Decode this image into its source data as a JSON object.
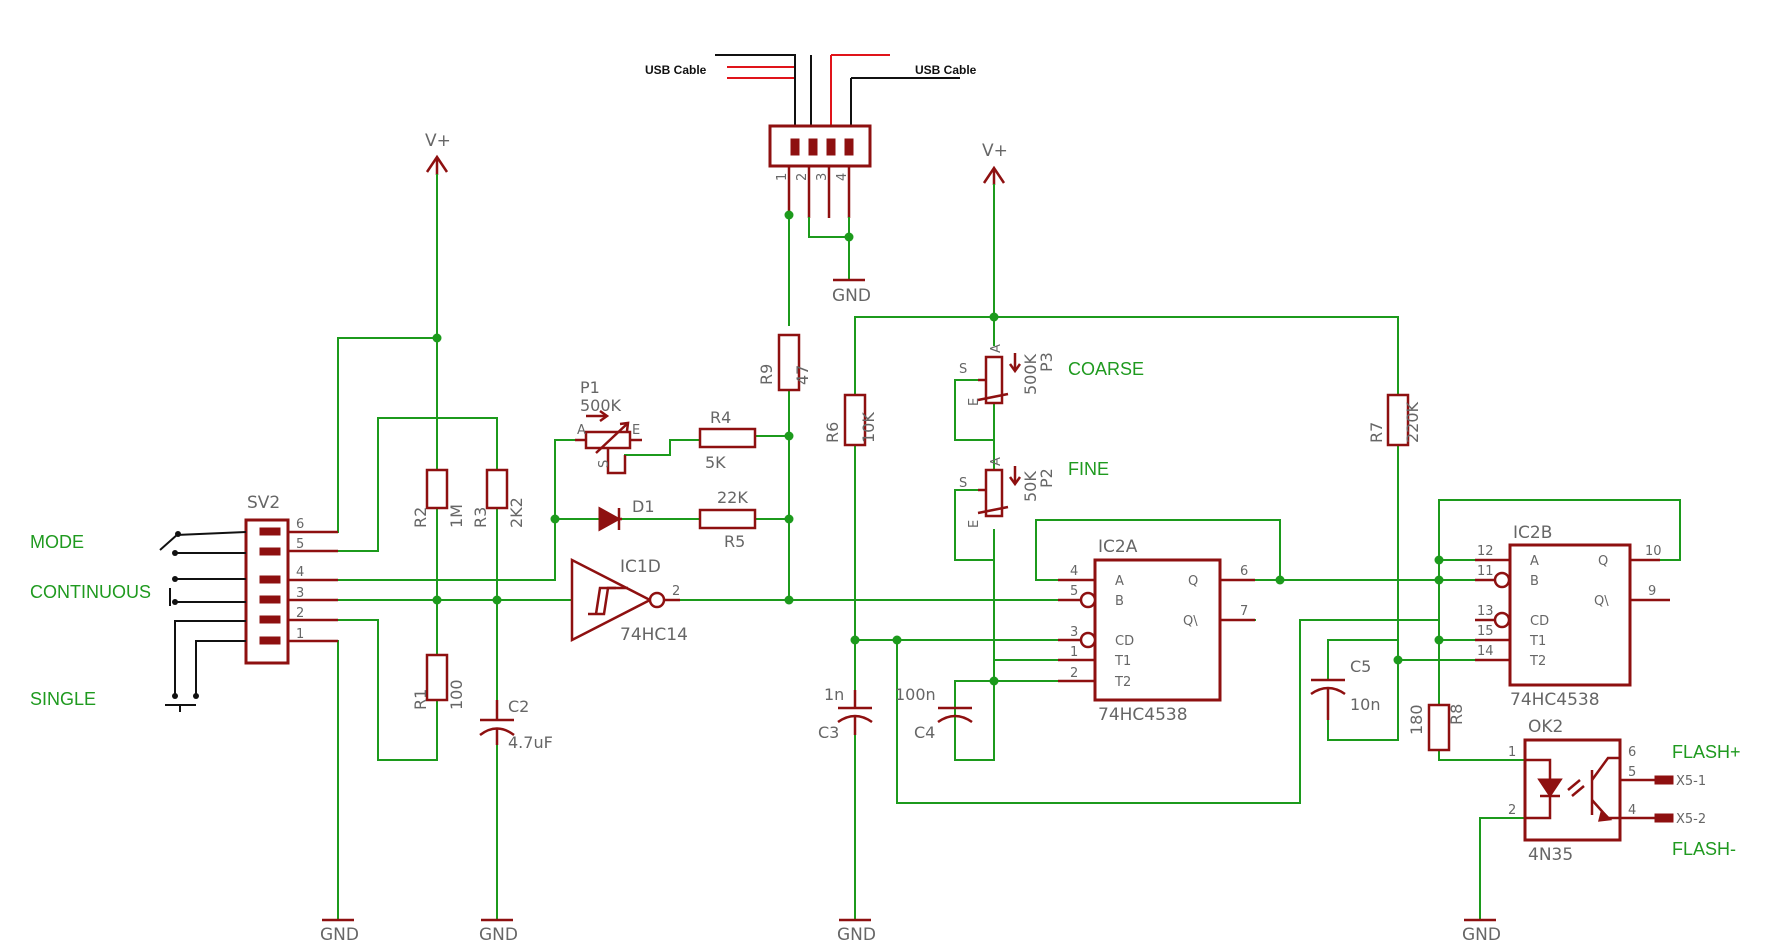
{
  "cables": {
    "left": "USB Cable",
    "right": "USB Cable"
  },
  "supply": {
    "vplus_1": "V+",
    "vplus_2": "V+",
    "gnd": "GND"
  },
  "labels": {
    "mode": "MODE",
    "continuous": "CONTINUOUS",
    "single": "SINGLE",
    "coarse": "COARSE",
    "fine": "FINE",
    "flash_plus": "FLASH+",
    "flash_minus": "FLASH-",
    "x5_1": "X5-1",
    "x5_2": "X5-2"
  },
  "parts": {
    "sv2": "SV2",
    "r1": {
      "name": "R1",
      "value": "100"
    },
    "r2": {
      "name": "R2",
      "value": "1M"
    },
    "r3": {
      "name": "R3",
      "value": "2K2"
    },
    "r4": {
      "name": "R4",
      "value": "5K"
    },
    "r5": {
      "name": "R5",
      "value": "22K"
    },
    "r6": {
      "name": "R6",
      "value": "10K"
    },
    "r7": {
      "name": "R7",
      "value": "220K"
    },
    "r8": {
      "name": "R8",
      "value": "180"
    },
    "r9": {
      "name": "R9",
      "value": "47"
    },
    "c2": {
      "name": "C2",
      "value": "4.7uF"
    },
    "c3": {
      "name": "C3",
      "value": "1n"
    },
    "c4": {
      "name": "C4",
      "value": "100n"
    },
    "c5": {
      "name": "C5",
      "value": "10n"
    },
    "p1": {
      "name": "P1",
      "value": "500K"
    },
    "p2": {
      "name": "P2",
      "value": "50K"
    },
    "p3": {
      "name": "P3",
      "value": "500K"
    },
    "d1": "D1",
    "ic1d": {
      "name": "IC1D",
      "value": "74HC14"
    },
    "ic2a": {
      "name": "IC2A",
      "value": "74HC4538"
    },
    "ic2b": {
      "name": "IC2B",
      "value": "74HC4538"
    },
    "ok2": {
      "name": "OK2",
      "value": "4N35"
    }
  },
  "pins": {
    "sv2": [
      "6",
      "5",
      "4",
      "3",
      "2",
      "1"
    ],
    "usb": [
      "1",
      "2",
      "3",
      "4"
    ],
    "ic2a": {
      "n4": "4",
      "n5": "5",
      "n3": "3",
      "n1": "1",
      "n2": "2",
      "n6": "6",
      "n7": "7",
      "a": "A",
      "b": "B",
      "cd": "CD",
      "t1": "T1",
      "t2": "T2",
      "q": "Q",
      "qn": "Q\\"
    },
    "ic2b": {
      "n12": "12",
      "n11": "11",
      "n13": "13",
      "n15": "15",
      "n14": "14",
      "n10": "10",
      "n9": "9",
      "a": "A",
      "b": "B",
      "cd": "CD",
      "t1": "T1",
      "t2": "T2",
      "q": "Q",
      "qn": "Q\\"
    },
    "ok2": {
      "n1": "1",
      "n2": "2",
      "n6": "6",
      "n5": "5",
      "n4": "4"
    },
    "ic1d_out": "2",
    "pot": {
      "a": "A",
      "e": "E",
      "s": "S"
    }
  }
}
